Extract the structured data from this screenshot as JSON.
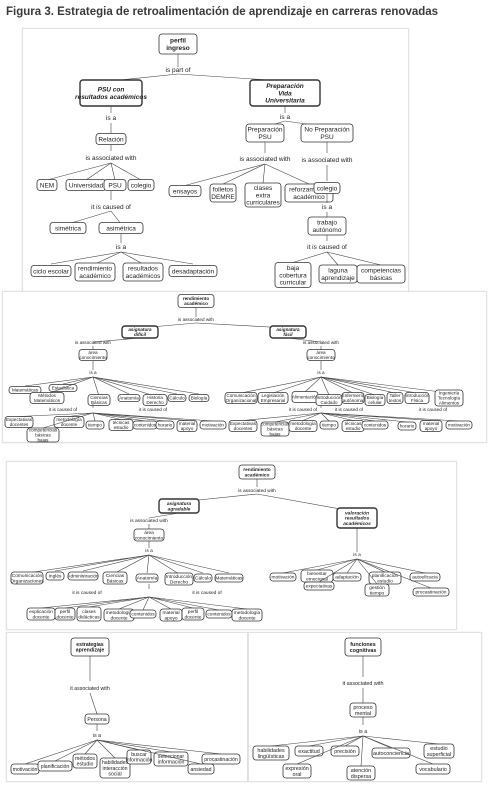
{
  "figure_title": "Figura 3. Estrategia de retroalimentación de aprendizaje en carreras renovadas",
  "map1": {
    "root": "perfil ingreso",
    "root_link": "is part of",
    "left_branch": "PSU con resultados académicos",
    "right_branch": "Preparación Vida Universitaria",
    "is_a": "is a",
    "relacion": "Relación",
    "assoc_with": "is associated with",
    "relacion_children": [
      "NEM",
      "Universidad",
      "PSU",
      "colegio"
    ],
    "caused_of": "it is caused of",
    "sym": "simétrica",
    "asym": "asimétrica",
    "asym_children": [
      "ciclo escolar",
      "rendimiento académico",
      "resultados académicos",
      "desadaptación"
    ],
    "prep_psu": "Preparación PSU",
    "no_prep_psu": "No Preparación PSU",
    "prep_children": [
      "ensayos",
      "folletos DEMRE",
      "clases extra curriculares",
      "reforzamiento académico"
    ],
    "colegio": "colegio",
    "trabajo": "trabajo autónomo",
    "trabajo_children": [
      "baja cobertura curricular",
      "laguna aprendizaje",
      "competencias básicas"
    ]
  },
  "map2": {
    "root": "rendimiento académico",
    "root_link": "is associated with",
    "left_branch": "asignatura difícil",
    "right_branch": "asignatura fácil",
    "assoc_with": "is associated with",
    "area": "área conocimiento",
    "is_a": "is a",
    "caused_of": "it is caused of",
    "left_subjects": [
      "Matemáticas",
      "Estadística",
      "Métodos Matemáticos",
      "Ciencias Básicas",
      "Anatomía",
      "Historia Derecho",
      "Cálculo",
      "Biología"
    ],
    "left_causes": [
      "Expectativas docentes",
      "metodología docente",
      "competencias básicas bajas",
      "tiempo",
      "técnicas estudio",
      "contenidos",
      "horario",
      "material apoyo",
      "motivación"
    ],
    "right_subjects": [
      "Comunicación Organizacional",
      "Legislación Empresarial",
      "Alimentación",
      "Introducción Cuidado",
      "Enfermería autónoma",
      "Biología celular",
      "Taller textos",
      "Introducción Física",
      "Ingeniería Tecnología Alimentos"
    ],
    "right_causes": [
      "Expectativas docentes",
      "competencias básicas bajas",
      "metodología docente",
      "tiempo",
      "técnicas estudio",
      "contenidos",
      "horario",
      "material apoyo",
      "motivación"
    ]
  },
  "map3": {
    "root": "rendimiento académico",
    "root_link": "is associated with",
    "left_branch": "asignatura agradable",
    "right_branch": "valoración resultados académicos",
    "assoc_with": "is associated with",
    "area": "área conocimiento",
    "is_a": "is a",
    "caused_of": "it is caused of",
    "left_subjects": [
      "Comunicación Organizaciones",
      "Inglés",
      "Administración",
      "Ciencias Básicas",
      "Anatomía",
      "Introducción Derecho",
      "Cálculo",
      "Matemáticas"
    ],
    "left_causes": [
      "explicación docente",
      "perfil docente",
      "clases didácticas",
      "metodología docente",
      "contenidos",
      "material apoyo",
      "perfil docente",
      "contenidos",
      "metodología docente"
    ],
    "right_children": [
      "motivación",
      "bienestar emocional",
      "adaptación",
      "planificación estudio",
      "autoeficacia",
      "expectativas",
      "gestión tiempo",
      "procastinación"
    ]
  },
  "map4": {
    "root": "estrategias aprendizaje",
    "assoc_with": "it associated with",
    "persona": "Persona",
    "is_a": "is a",
    "children": [
      "motivación",
      "planificación",
      "métodos estudio",
      "habilidades interacción social",
      "buscar información",
      "seleccionar información",
      "procastinación",
      "ansiedad"
    ]
  },
  "map5": {
    "root": "funciones cognitivas",
    "assoc_with": "it associated with",
    "proceso": "proceso mental",
    "is_a": "is a",
    "children": [
      "habilidades lingüísticas",
      "exactitud",
      "precisión",
      "autoconciencia",
      "estudio superficial",
      "expresión oral",
      "atención dispersa",
      "vocabulario"
    ]
  }
}
